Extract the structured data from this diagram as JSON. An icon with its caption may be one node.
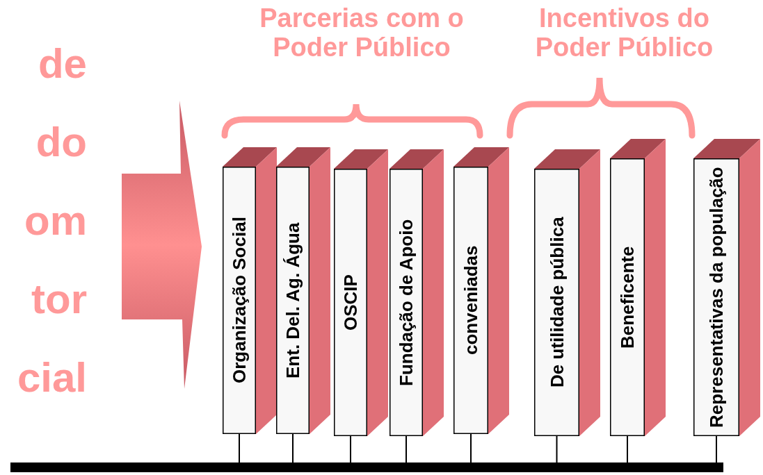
{
  "diagram": {
    "nodes": [
      {
        "text": [
          "Organização Social"
        ]
      },
      {
        "text": [
          "Ent. Del. Ag. Água"
        ]
      },
      {
        "text": [
          "OSCIP"
        ]
      },
      {
        "text": [
          "Fundação de Apoio"
        ]
      },
      {
        "text": [
          "conveniadas"
        ]
      },
      {
        "text": [
          "De utilidade pública"
        ]
      },
      {
        "text": [
          "Beneficente"
        ]
      },
      {
        "text": [
          "Representativas da população"
        ]
      },
      {
        "text": [],
        "shape": "bar"
      }
    ],
    "edges": [
      {
        "from": 0,
        "to": 8,
        "arrow": "none"
      },
      {
        "from": 1,
        "to": 8,
        "arrow": "none"
      },
      {
        "from": 2,
        "to": 8,
        "arrow": "none"
      },
      {
        "from": 3,
        "to": 8,
        "arrow": "none"
      },
      {
        "from": 4,
        "to": 8,
        "arrow": "none"
      },
      {
        "from": 5,
        "to": 8,
        "arrow": "none"
      },
      {
        "from": 6,
        "to": 8,
        "arrow": "none"
      },
      {
        "from": 7,
        "to": 8,
        "arrow": "none"
      }
    ],
    "labels": [
      "de do om tor cial",
      "Parcerias com o Poder Público",
      "Incentivos do Poder Público"
    ]
  }
}
